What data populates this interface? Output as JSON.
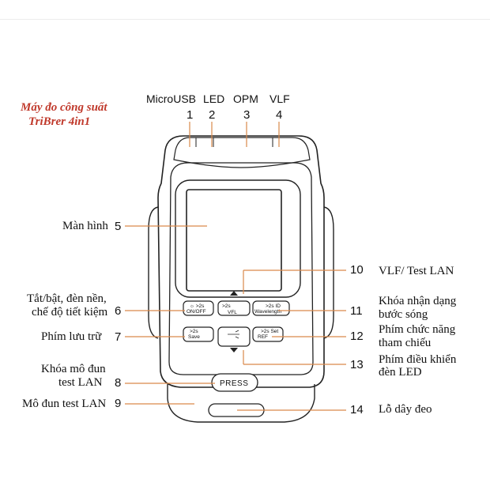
{
  "brand": {
    "line1": "Máy đo công suất",
    "line2": "TriBrer 4in1"
  },
  "top_labels": [
    {
      "text": "MicroUSB",
      "num": "1"
    },
    {
      "text": "LED",
      "num": "2"
    },
    {
      "text": "OPM",
      "num": "3"
    },
    {
      "text": "VLF",
      "num": "4"
    }
  ],
  "left_labels": {
    "screen": {
      "text": "Màn hình",
      "num": "5"
    },
    "power": {
      "line1": "Tắt/bật, đèn nền,",
      "line2": "chế độ tiết kiệm",
      "num": "6"
    },
    "save": {
      "text": "Phím lưu trữ",
      "num": "7"
    },
    "lock": {
      "line1": "Khóa mô đun",
      "line2": "test LAN",
      "num": "8"
    },
    "module": {
      "text": "Mô đun test LAN",
      "num": "9"
    }
  },
  "right_labels": {
    "vlf": {
      "text": "VLF/ Test LAN",
      "num": "10"
    },
    "wavelength": {
      "line1": "Khóa nhận dạng",
      "line2": "bước sóng",
      "num": "11"
    },
    "ref": {
      "line1": "Phím chức năng",
      "line2": "tham chiếu",
      "num": "12"
    },
    "led": {
      "line1": "Phím điều khiển",
      "line2": "đèn LED",
      "num": "13"
    },
    "strap": {
      "text": "Lỗ dây đeo",
      "num": "14"
    }
  },
  "buttons": {
    "onoff": {
      "top": "☼ >2s",
      "bottom": "ON/OFF"
    },
    "vfl": {
      "top": ">2s",
      "bottom": "VFL"
    },
    "wavelength": {
      "top": ">2s ID",
      "bottom": "Wavelength"
    },
    "save": {
      "top": ">2s",
      "bottom": "Save"
    },
    "ref": {
      "top": ">2s Set",
      "bottom": "REF"
    },
    "press": "PRESS"
  },
  "colors": {
    "leader": "#d9894a",
    "brand": "#c0392b",
    "outline": "#222222"
  }
}
